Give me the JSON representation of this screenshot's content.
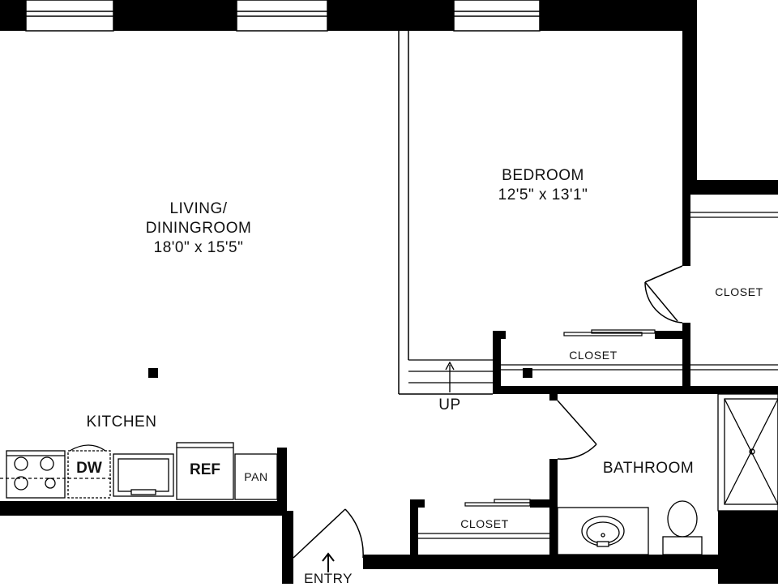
{
  "rooms": {
    "living": {
      "name_line1": "LIVING/",
      "name_line2": "DININGROOM",
      "size": "18'0\" x 15'5\""
    },
    "bedroom": {
      "name": "BEDROOM",
      "size": "12'5\" x 13'1\""
    },
    "kitchen": {
      "name": "KITCHEN"
    },
    "bathroom": {
      "name": "BATHROOM"
    },
    "closet_right": {
      "name": "CLOSET"
    },
    "closet_bedroom": {
      "name": "CLOSET"
    },
    "closet_hall": {
      "name": "CLOSET"
    }
  },
  "appliances": {
    "dishwasher": "DW",
    "refrigerator": "REF",
    "pantry": "PAN"
  },
  "stairs": {
    "label": "UP"
  },
  "entry": {
    "label": "ENTRY"
  }
}
